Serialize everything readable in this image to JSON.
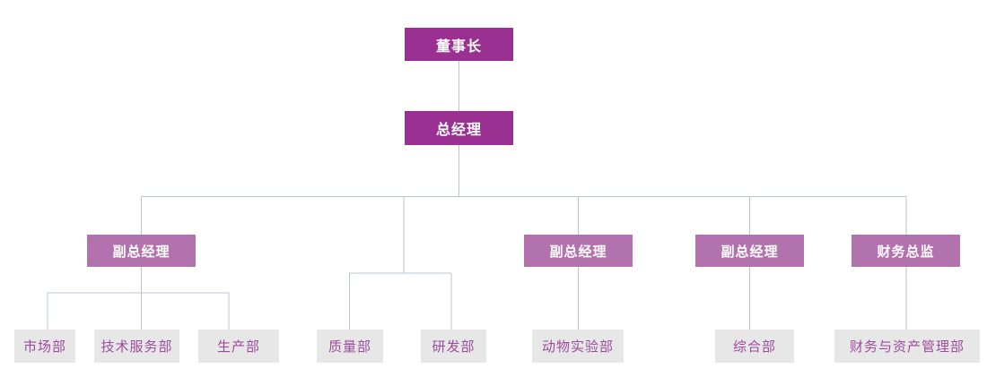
{
  "chart": {
    "kind": "organization-chart"
  },
  "colors": {
    "background": "#ffffff",
    "executive_bg": "#9a3092",
    "executive_text": "#ffffff",
    "manager_bg": "#b172ae",
    "manager_text": "#ffffff",
    "department_bg": "#e8e7e8",
    "department_text": "#9c4b9c",
    "connector": "#b9c6d0"
  },
  "nodes": [
    {
      "id": "chairman",
      "label": "董事长",
      "level": "executive"
    },
    {
      "id": "gm",
      "label": "总经理",
      "level": "executive"
    },
    {
      "id": "vgm1",
      "label": "副总经理",
      "level": "manager"
    },
    {
      "id": "vgm2",
      "label": "副总经理",
      "level": "manager"
    },
    {
      "id": "vgm3",
      "label": "副总经理",
      "level": "manager"
    },
    {
      "id": "cfo",
      "label": "财务总监",
      "level": "manager"
    },
    {
      "id": "marketing",
      "label": "市场部",
      "level": "department"
    },
    {
      "id": "tech-service",
      "label": "技术服务部",
      "level": "department"
    },
    {
      "id": "production",
      "label": "生产部",
      "level": "department"
    },
    {
      "id": "quality",
      "label": "质量部",
      "level": "department"
    },
    {
      "id": "rnd",
      "label": "研发部",
      "level": "department"
    },
    {
      "id": "animal-lab",
      "label": "动物实验部",
      "level": "department"
    },
    {
      "id": "general",
      "label": "综合部",
      "level": "department"
    },
    {
      "id": "finance-asset",
      "label": "财务与资产管理部",
      "level": "department"
    }
  ],
  "edges": [
    [
      "chairman",
      "gm"
    ],
    [
      "gm",
      "vgm1"
    ],
    [
      "gm",
      "quality"
    ],
    [
      "gm",
      "rnd"
    ],
    [
      "gm",
      "vgm2"
    ],
    [
      "gm",
      "vgm3"
    ],
    [
      "gm",
      "cfo"
    ],
    [
      "vgm1",
      "marketing"
    ],
    [
      "vgm1",
      "tech-service"
    ],
    [
      "vgm1",
      "production"
    ],
    [
      "vgm2",
      "animal-lab"
    ],
    [
      "vgm3",
      "general"
    ],
    [
      "cfo",
      "finance-asset"
    ]
  ]
}
